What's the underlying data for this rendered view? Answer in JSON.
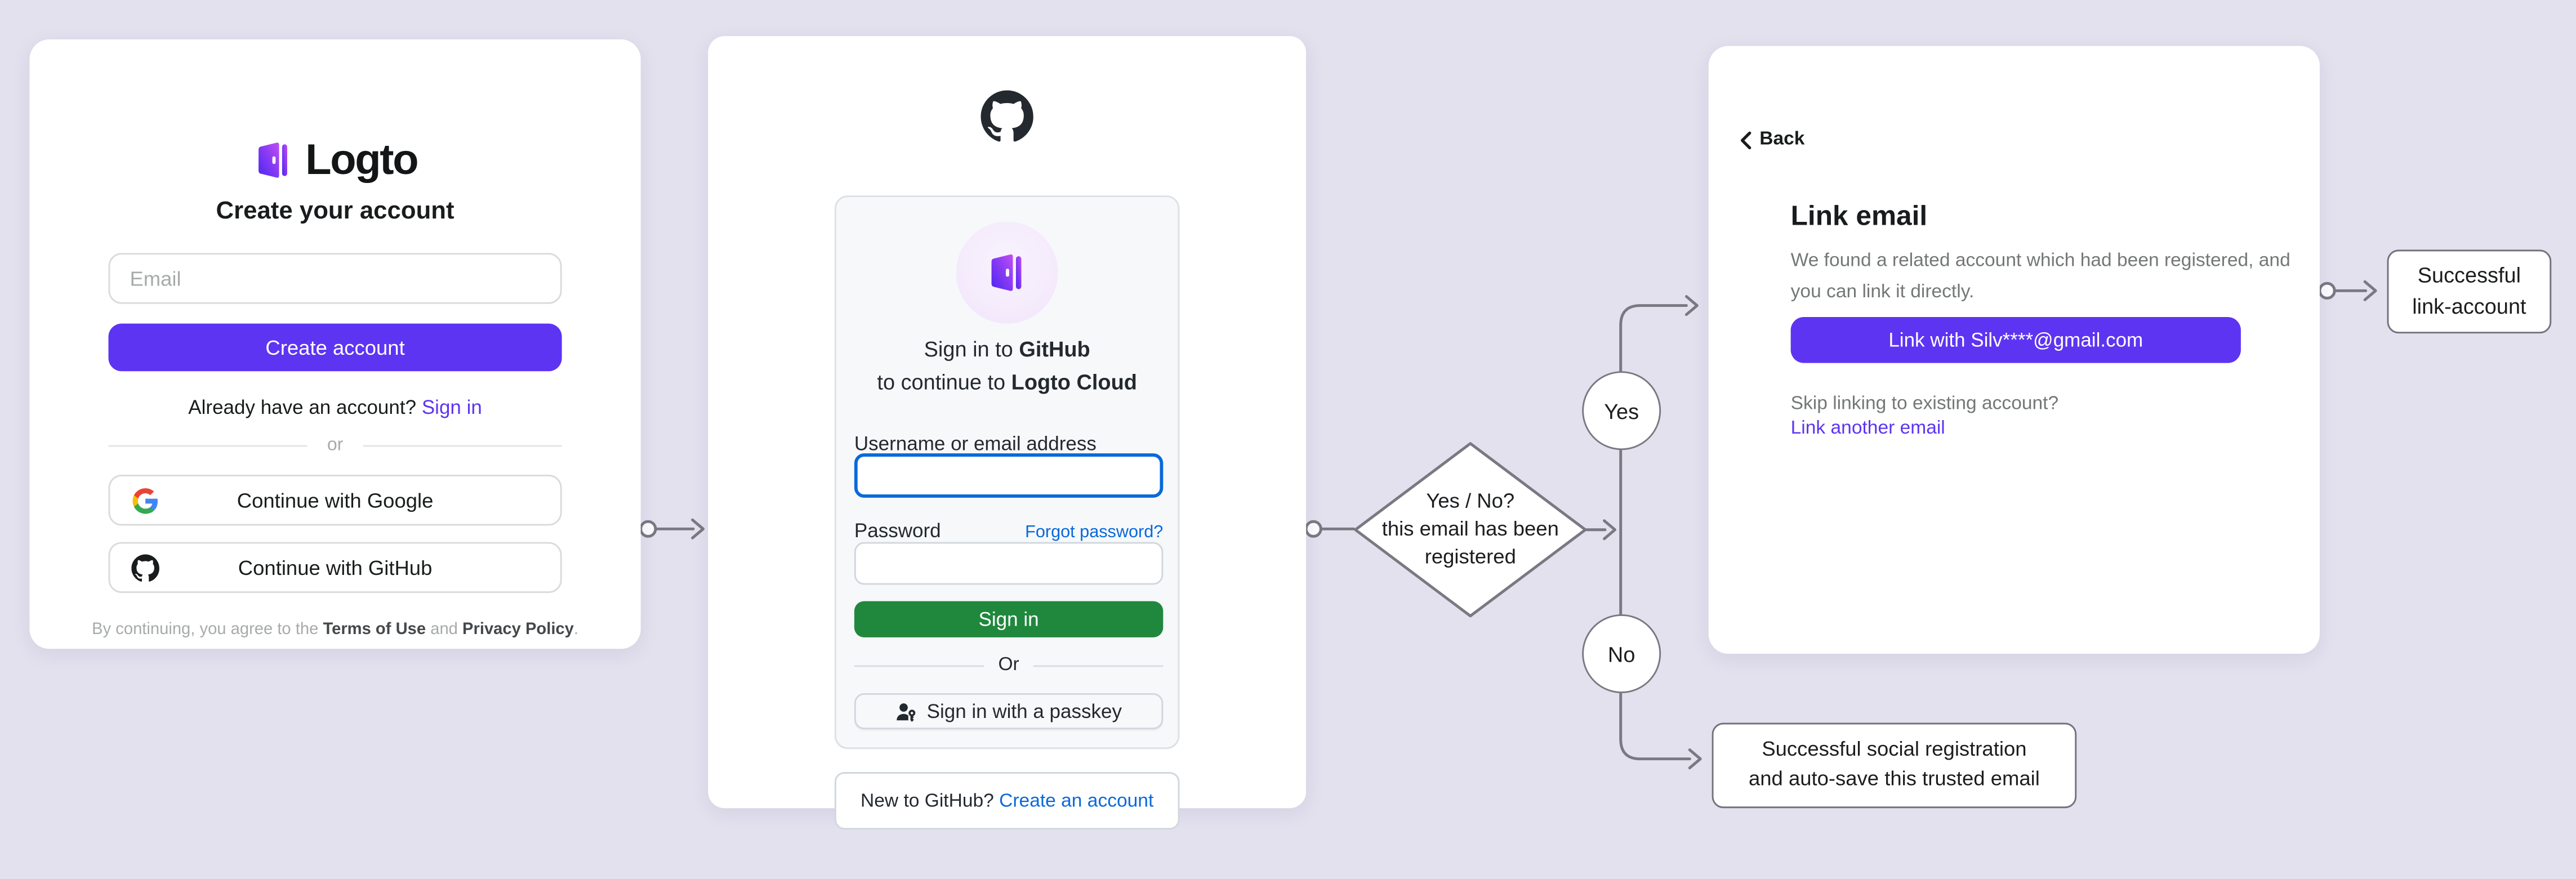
{
  "colors": {
    "background": "#E3E1EE",
    "accent_purple": "#5D34F2",
    "github_green": "#1F883D",
    "github_link_blue": "#0969DA",
    "flow_gray": "#797982"
  },
  "logto_card": {
    "brand": "Logto",
    "title": "Create your account",
    "email_placeholder": "Email",
    "create_button": "Create account",
    "signin_prompt": "Already have an account? ",
    "signin_link": "Sign in",
    "divider": "or",
    "google_button": "Continue with Google",
    "github_button": "Continue with GitHub",
    "terms": {
      "prefix": "By continuing, you agree to the ",
      "terms_of_use": "Terms of Use",
      "conjunction": " and ",
      "privacy_policy": "Privacy Policy",
      "suffix": "."
    }
  },
  "github_card": {
    "heading_line1_prefix": "Sign in to ",
    "heading_line1_bold": "GitHub",
    "heading_line2_prefix": "to continue to ",
    "heading_line2_bold": "Logto Cloud",
    "username_label": "Username or email address",
    "password_label": "Password",
    "forgot_password_link": "Forgot password?",
    "signin_button": "Sign in",
    "divider": "Or",
    "passkey_button": "Sign in with a passkey",
    "footer_prompt": "New to GitHub? ",
    "footer_link": "Create an account"
  },
  "link_card": {
    "back_label": "Back",
    "title": "Link email",
    "description_line1": "We found a related account which had been registered, and",
    "description_line2": "you can link it directly.",
    "link_button": "Link with Silv****@gmail.com",
    "skip_prompt": "Skip linking to existing account?",
    "link_another": "Link another email"
  },
  "flow": {
    "decision_line1": "Yes / No?",
    "decision_line2": "this email has been",
    "decision_line3": "registered",
    "yes_label": "Yes",
    "no_label": "No",
    "outcome_link_line1": "Successful",
    "outcome_link_line2": "link-account",
    "outcome_social_line1": "Successful social registration",
    "outcome_social_line2": "and auto-save this trusted email"
  }
}
